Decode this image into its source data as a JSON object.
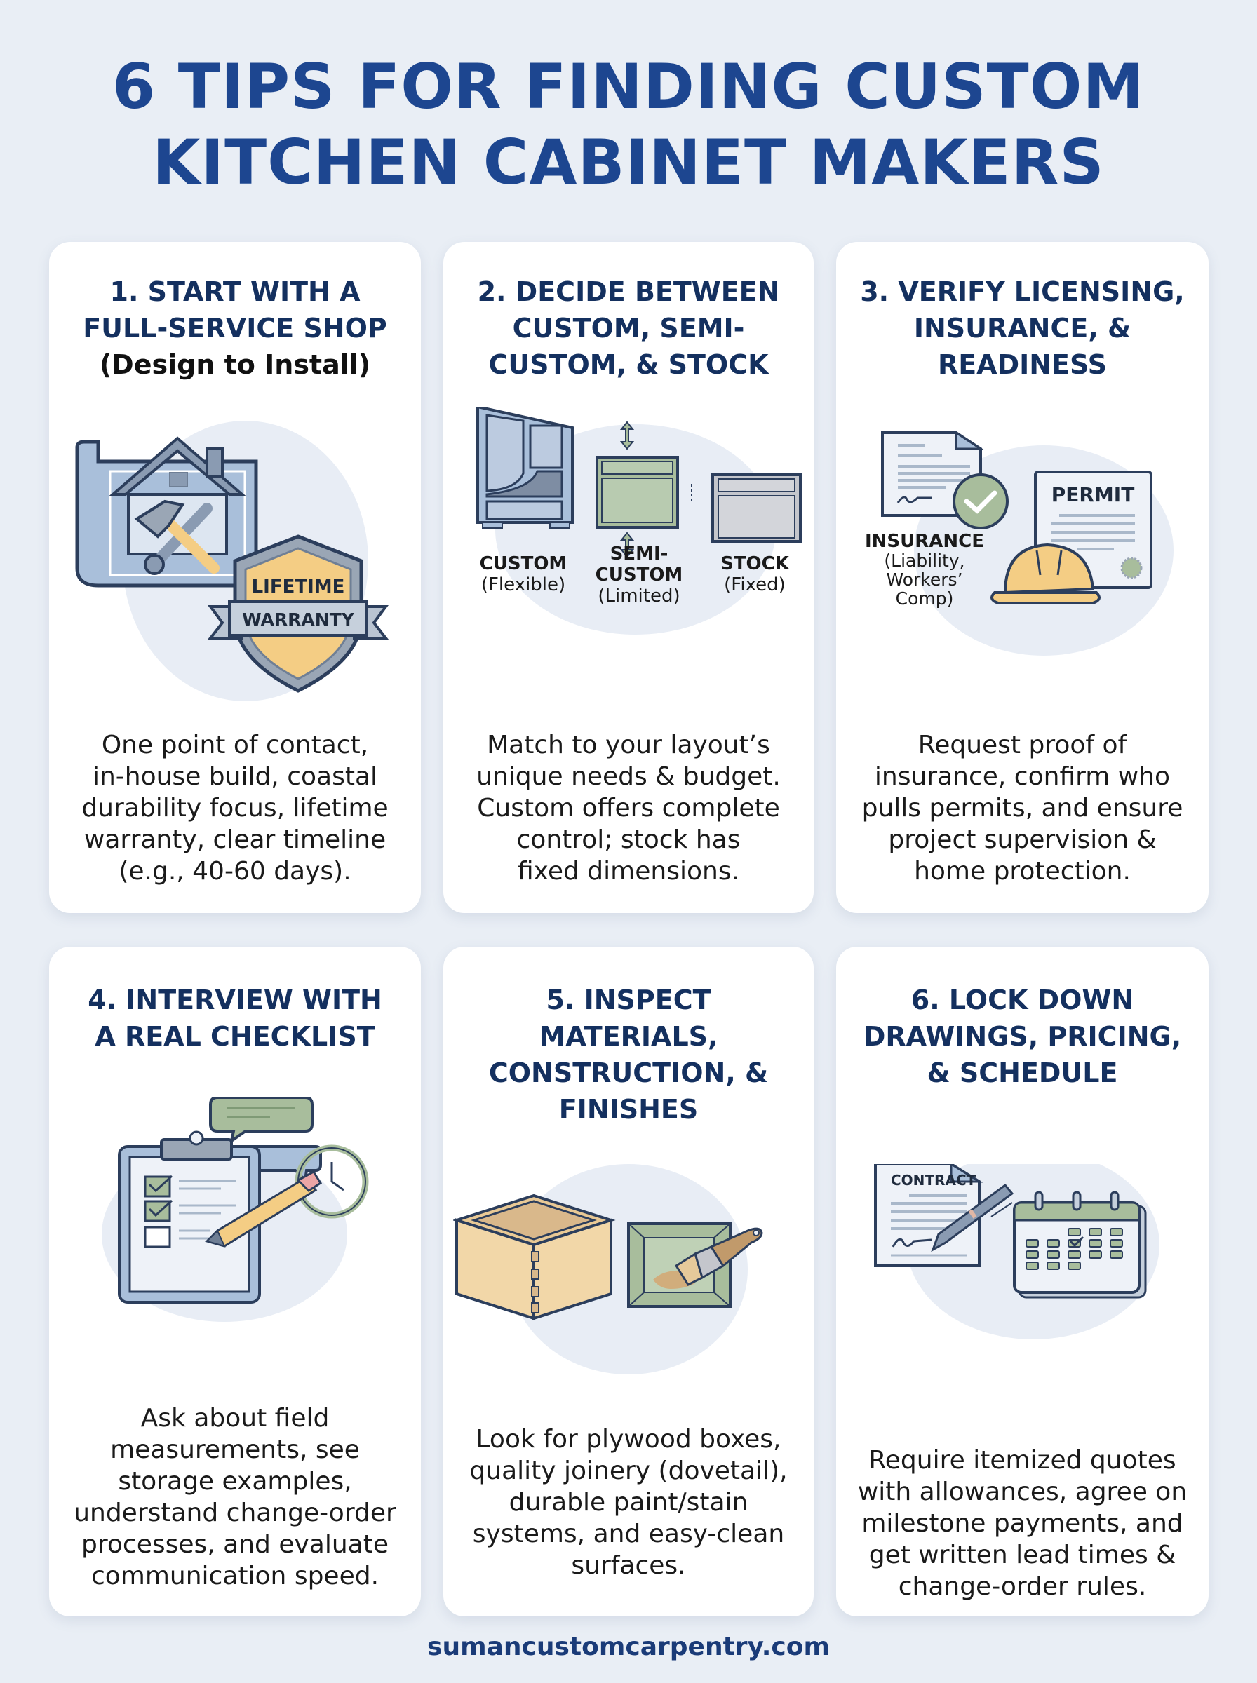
{
  "header": {
    "title_line1": "6 TIPS FOR FINDING CUSTOM",
    "title_line2": "KITCHEN CABINET MAKERS"
  },
  "colors": {
    "background": "#e9eef5",
    "title": "#1d4690",
    "card_title": "#14305f",
    "accent_blue": "#a9bfda",
    "accent_green": "#a8bd9c",
    "accent_yellow": "#f4cd84",
    "outline": "#2c3e5c"
  },
  "tips": [
    {
      "title_lines": [
        "1. START WITH A",
        "FULL-SERVICE SHOP"
      ],
      "subtitle": "(Design to Install)",
      "illustration": {
        "icons": [
          "blueprint-house-icon",
          "hammer-wrench-icon",
          "warranty-shield-icon"
        ],
        "badge_top": "LIFETIME",
        "badge_ribbon": "WARRANTY"
      },
      "description_lines": [
        "One point of contact,",
        "in-house build, coastal",
        "durability focus, lifetime",
        "warranty, clear timeline",
        "(e.g., 40-60 days)."
      ]
    },
    {
      "title_lines": [
        "2. DECIDE BETWEEN",
        "CUSTOM, SEMI-",
        "CUSTOM, & STOCK"
      ],
      "illustration": {
        "icons": [
          "custom-cabinet-icon",
          "semi-custom-cabinet-icon",
          "stock-cabinet-icon"
        ],
        "labels": [
          {
            "name": "CUSTOM",
            "sub": "(Flexible)"
          },
          {
            "name": "SEMI-",
            "name2": "CUSTOM",
            "sub": "(Limited)"
          },
          {
            "name": "STOCK",
            "sub": "(Fixed)"
          }
        ]
      },
      "description_lines": [
        "Match to your layout’s",
        "unique needs & budget.",
        "Custom offers complete",
        "control; stock has",
        "fixed dimensions."
      ]
    },
    {
      "title_lines": [
        "3. VERIFY LICENSING,",
        "INSURANCE, &",
        "READINESS"
      ],
      "illustration": {
        "icons": [
          "insurance-document-check-icon",
          "permit-document-icon",
          "hard-hat-icon"
        ],
        "permit_label": "PERMIT",
        "insurance_label": "INSURANCE",
        "insurance_sub_lines": [
          "(Liability,",
          "Workers’",
          "Comp)"
        ]
      },
      "description_lines": [
        "Request proof of",
        "insurance, confirm who",
        "pulls permits, and ensure",
        "project supervision &",
        "home protection."
      ]
    },
    {
      "title_lines": [
        "4. INTERVIEW WITH",
        "A REAL CHECKLIST"
      ],
      "illustration": {
        "icons": [
          "clipboard-checklist-icon",
          "chat-bubbles-icon",
          "clock-icon",
          "pencil-icon"
        ]
      },
      "description_lines": [
        "Ask about field",
        "measurements, see",
        "storage examples,",
        "understand change-order",
        "processes, and evaluate",
        "communication speed."
      ]
    },
    {
      "title_lines": [
        "5. INSPECT",
        "MATERIALS,",
        "CONSTRUCTION, &",
        "FINISHES"
      ],
      "illustration": {
        "icons": [
          "dovetail-wood-box-icon",
          "painted-panel-icon",
          "paintbrush-icon"
        ]
      },
      "description_lines": [
        "Look for plywood boxes,",
        "quality joinery (dovetail),",
        "durable paint/stain",
        "systems, and easy-clean",
        "surfaces."
      ]
    },
    {
      "title_lines": [
        "6. LOCK DOWN",
        "DRAWINGS, PRICING,",
        "& SCHEDULE"
      ],
      "illustration": {
        "icons": [
          "contract-document-icon",
          "pen-icon",
          "calendar-icon"
        ],
        "contract_label": "CONTRACT"
      },
      "description_lines": [
        "Require itemized quotes",
        "with allowances, agree on",
        "milestone payments, and",
        "get written lead times &",
        "change-order rules."
      ]
    }
  ],
  "footer": {
    "website": "sumancustomcarpentry.com"
  }
}
